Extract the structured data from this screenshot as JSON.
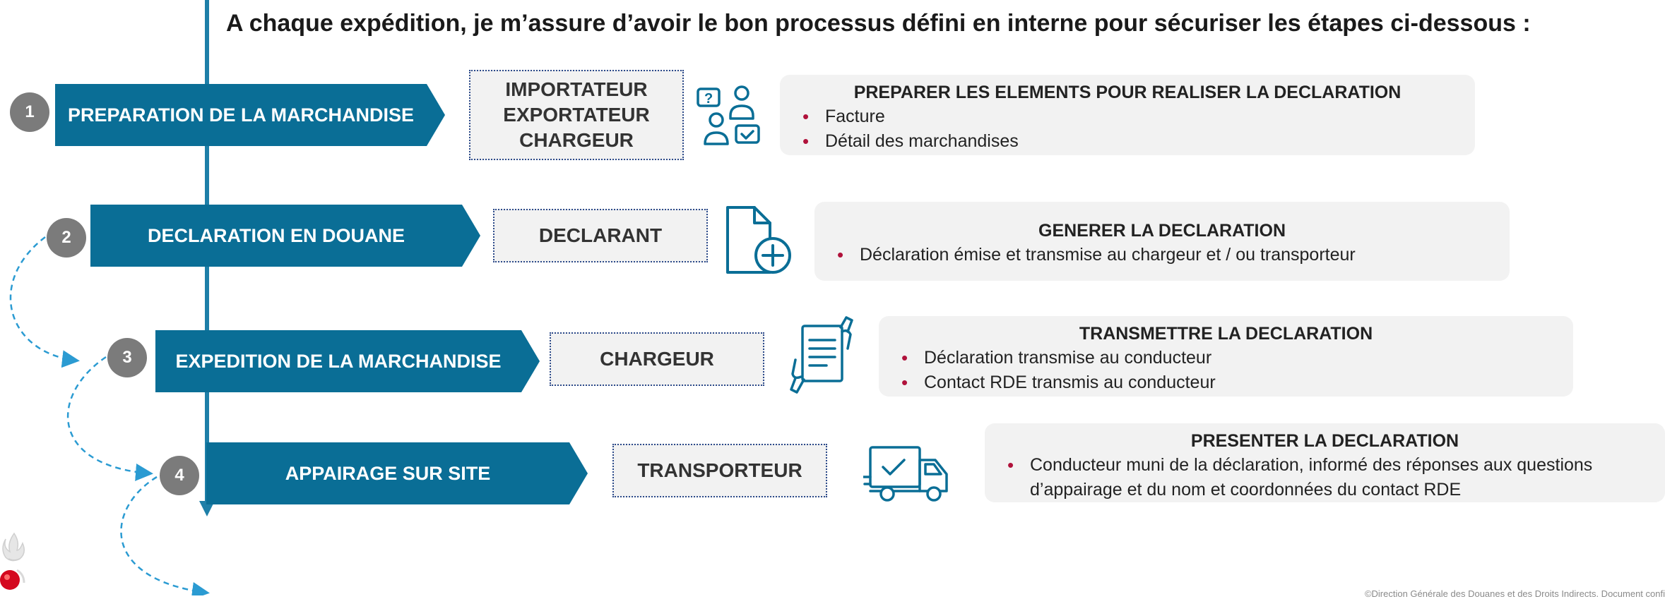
{
  "title": "A chaque expédition, je m’assure d’avoir le bon processus défini en interne pour sécuriser les étapes ci-dessous :",
  "steps": [
    {
      "num": "1",
      "label": "PREPARATION DE LA MARCHANDISE",
      "actors": [
        "IMPORTATEUR",
        "EXPORTATEUR",
        "CHARGEUR"
      ],
      "icon": "people-question-check-icon",
      "info_title": "PREPARER LES ELEMENTS POUR REALISER LA DECLARATION",
      "bullets": [
        "Facture",
        "Détail des marchandises"
      ]
    },
    {
      "num": "2",
      "label": "DECLARATION EN DOUANE",
      "actors": [
        "DECLARANT"
      ],
      "icon": "add-document-icon",
      "info_title": "GENERER LA DECLARATION",
      "bullets": [
        "Déclaration émise et transmise au chargeur et / ou transporteur"
      ]
    },
    {
      "num": "3",
      "label": "EXPEDITION DE LA MARCHANDISE",
      "actors": [
        "CHARGEUR"
      ],
      "icon": "document-handover-icon",
      "info_title": "TRANSMETTRE LA DECLARATION",
      "bullets": [
        "Déclaration transmise au conducteur",
        "Contact RDE transmis au conducteur"
      ]
    },
    {
      "num": "4",
      "label": "APPAIRAGE SUR SITE",
      "actors": [
        "TRANSPORTEUR"
      ],
      "icon": "delivery-truck-icon",
      "info_title": "PRESENTER LA DECLARATION",
      "bullets": [
        "Conducteur muni de la déclaration, informé des réponses aux questions",
        "d’appairage et du nom et coordonnées du contact RDE"
      ]
    }
  ],
  "footer": "©Direction Générale des Douanes et des Droits Indirects. Document confi",
  "colors": {
    "step_arrow": "#0a6e96",
    "timeline": "#1e7fa8",
    "step_circle": "#7b7b7b",
    "bullet": "#b0123b",
    "actor_border": "#2c4a8a",
    "panel_bg": "#f2f2f2"
  }
}
